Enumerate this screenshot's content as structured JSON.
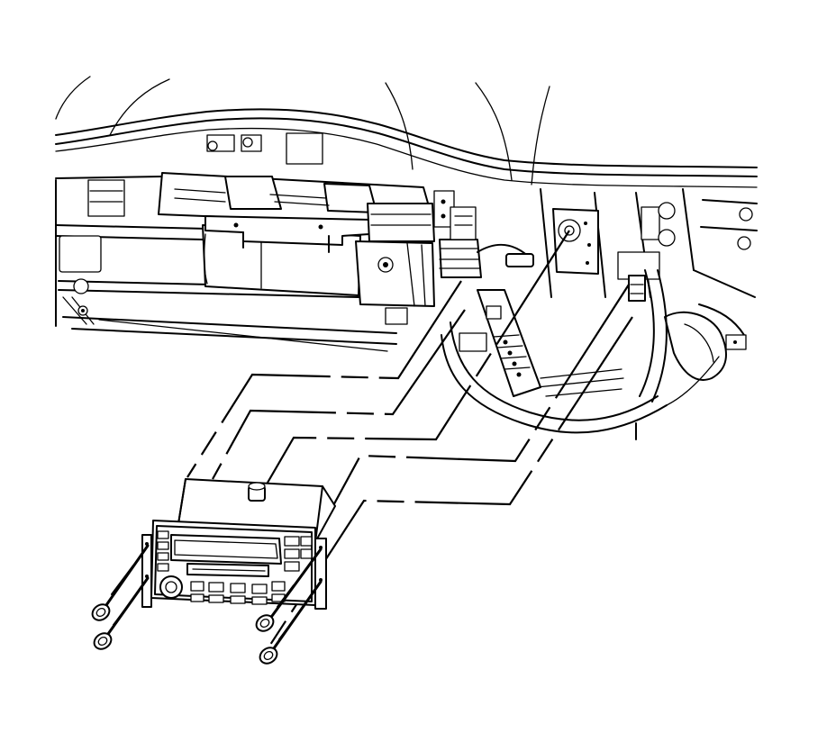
{
  "diagram": {
    "type": "exploded-assembly-line-drawing",
    "stroke_color": "#000000",
    "background_color": "#ffffff",
    "components": [
      "instrument-panel-carrier",
      "center-console-bracket",
      "wiring-harness-connectors",
      "antenna-cable",
      "radio-unit",
      "radio-mounting-bolts"
    ],
    "fastener_count": 4
  }
}
